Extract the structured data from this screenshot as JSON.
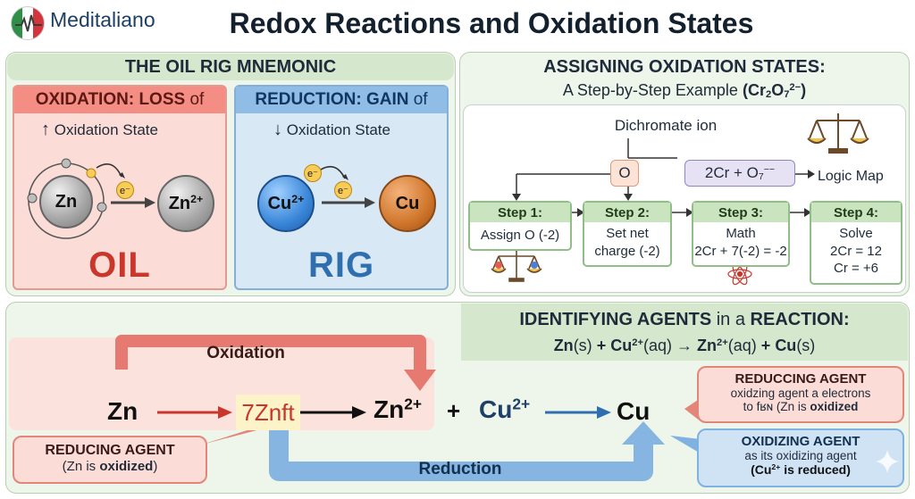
{
  "header": {
    "brand": "Meditaliano",
    "title": "Redox Reactions and Oxidation States"
  },
  "oil_rig": {
    "title": "THE OIL RIG MNEMONIC",
    "oxidation": {
      "head_bold": "OXIDATION: LOSS",
      "head_tail": "of",
      "sub": "Oxidation State",
      "arrow": "↑",
      "atom_left": "Zn",
      "atom_right": "Zn",
      "atom_right_sup": "2+",
      "electron": "e⁻",
      "word": "OIL"
    },
    "reduction": {
      "head_bold": "REDUCTION: GAIN",
      "head_tail": "of",
      "sub": "Oxidation State",
      "arrow": "↓",
      "atom_left": "Cu",
      "atom_left_sup": "2+",
      "atom_right": "Cu",
      "electron": "e⁻",
      "word": "RIG"
    }
  },
  "assigning": {
    "title": "ASSIGNING OXIDATION STATES:",
    "subtitle": "A Step-by-Step Example",
    "formula": {
      "a": "Cr",
      "a_sub": "2",
      "b": "O",
      "b_sub": "7",
      "charge": "2−"
    },
    "ion_label": "Dichromate ion",
    "node_o": "O",
    "node_expr": "2Cr + O",
    "node_expr_sub": "7",
    "node_expr_sup": "−−",
    "logic_map": "Logic Map",
    "steps": [
      {
        "head": "Step 1:",
        "lines": [
          "Assign O (-2)"
        ]
      },
      {
        "head": "Step 2:",
        "lines": [
          "Set net",
          "charge (-2)"
        ]
      },
      {
        "head": "Step 3:",
        "lines": [
          "Math",
          "2Cr + 7(-2) = -2"
        ]
      },
      {
        "head": "Step 4:",
        "lines": [
          "Solve",
          "2Cr = 12",
          "Cr = +6"
        ]
      }
    ]
  },
  "agents": {
    "title_a": "IDENTIFYING AGENTS",
    "title_b": "in a",
    "title_c": "REACTION:",
    "equation": {
      "zn": "Zn",
      "zn_state": "(s)",
      "plus1": "+",
      "cu2": "Cu",
      "cu2_sup": "2+",
      "cu2_state": "(aq)",
      "arrow": "→",
      "zn2": "Zn",
      "zn2_sup": "2+",
      "zn2_state": "(aq)",
      "plus2": "+",
      "cu": "Cu",
      "cu_state": "(s)"
    },
    "oxidation_label": "Oxidation",
    "reduction_label": "Reduction",
    "species": {
      "zn": "Zn",
      "mid": "7Znft",
      "zn2": "Zn",
      "zn2_sup": "2+",
      "plus": "+",
      "cu2": "Cu",
      "cu2_sup": "2+",
      "cu": "Cu"
    },
    "reducing_left": {
      "title": "REDUCING AGENT",
      "line_a": "(Zn is ",
      "line_b": "oxidized",
      "line_c": ")"
    },
    "reducing_right": {
      "title": "REDUCCING AGENT",
      "line1": "oxidzing agent a electrons",
      "line2_a": "to fʁɴ (Zn is ",
      "line2_b": "oxidized"
    },
    "oxidizing_right": {
      "title": "OXIDIZING AGENT",
      "line1": "as its oxidizing agent",
      "line2_a": "(Cu",
      "line2_sup": "2+",
      "line2_b": " is reduced)"
    }
  },
  "colors": {
    "red": "#c8362c",
    "blue": "#2f6fb0",
    "green_panel": "#eef5ea"
  }
}
